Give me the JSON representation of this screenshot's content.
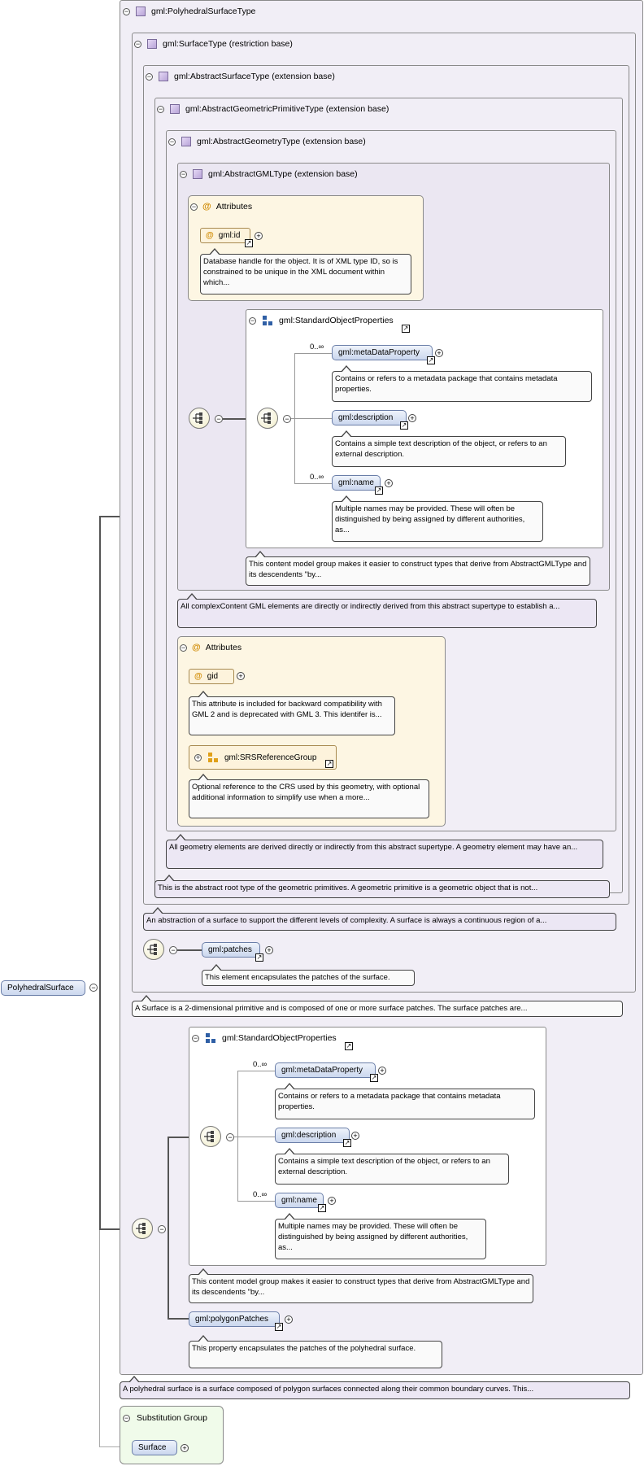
{
  "root": {
    "label": "PolyhedralSurface"
  },
  "type_header": "gml:PolyhedralSurfaceType",
  "surface_type": "gml:SurfaceType (restriction base)",
  "abstract_surface_type": "gml:AbstractSurfaceType (extension base)",
  "abstract_geometric_primitive_type": "gml:AbstractGeometricPrimitiveType (extension base)",
  "abstract_geometry_type": "gml:AbstractGeometryType (extension base)",
  "abstract_gml_type": "gml:AbstractGMLType (extension base)",
  "attributes_1": {
    "title": "Attributes",
    "id_label": "gml:id",
    "id_doc": "Database handle for the object. It is of XML type ID, so is constrained to be unique in the XML document within which..."
  },
  "sop_1": {
    "title": "gml:StandardObjectProperties",
    "meta_card": "0..∞",
    "meta_label": "gml:metaDataProperty",
    "meta_doc": "Contains or refers to a metadata package that contains metadata properties.",
    "desc_label": "gml:description",
    "desc_doc": "Contains a simple text description of the object, or refers to an external description.",
    "name_card": "0..∞",
    "name_label": "gml:name",
    "name_doc": "Multiple names may be provided. These will often be distinguished by being assigned by different authorities, as...",
    "group_doc": "This content model group makes it easier to construct types that derive from AbstractGMLType and its descendents \"by..."
  },
  "gml_type_doc": "All complexContent GML elements are directly or indirectly derived from this abstract supertype to establish a...",
  "attributes_2": {
    "title": "Attributes",
    "gid_label": "gid",
    "gid_doc": "This attribute is included for backward compatibility with GML 2 and is deprecated with GML 3. This identifer is...",
    "srs_label": "gml:SRSReferenceGroup",
    "srs_doc": "Optional reference to the CRS used by this geometry, with optional additional information to simplify use when a more..."
  },
  "geometry_doc": "All geometry elements are derived directly or indirectly from this abstract supertype. A geometry element may have an...",
  "primitive_doc": "This is the abstract root type of the geometric primitives. A geometric primitive is a geometric object that is not...",
  "abstract_surface_doc": "An abstraction of a surface to support the different levels of complexity. A surface is always a continuous region of a...",
  "patches": {
    "label": "gml:patches",
    "doc": "This element encapsulates the patches of the surface."
  },
  "surface_doc": "A Surface is a 2-dimensional primitive and is composed of one or more surface patches. The surface patches are...",
  "sop_2": {
    "title": "gml:StandardObjectProperties",
    "meta_card": "0..∞",
    "meta_label": "gml:metaDataProperty",
    "meta_doc": "Contains or refers to a metadata package that contains metadata properties.",
    "desc_label": "gml:description",
    "desc_doc": "Contains a simple text description of the object, or refers to an external description.",
    "name_card": "0..∞",
    "name_label": "gml:name",
    "name_doc": "Multiple names may be provided. These will often be distinguished by being assigned by different authorities, as...",
    "group_doc": "This content model group makes it easier to construct types that derive from AbstractGMLType and its descendents \"by..."
  },
  "polygon_patches": {
    "label": "gml:polygonPatches",
    "doc": "This property encapsulates the patches of the polyhedral surface."
  },
  "polyhedral_doc": "A polyhedral surface is a surface composed of polygon surfaces connected along their common boundary curves. This...",
  "substitution": {
    "title": "Substitution Group",
    "item": "Surface"
  },
  "glyphs": {
    "collapse": "−",
    "expand": "+",
    "link": "↗"
  },
  "colors": {
    "type_box": "#f1eef6",
    "attributes_box": "#fdf6e3",
    "element_pill": "#cbd7ee",
    "substitution_box": "#f0fbea"
  }
}
